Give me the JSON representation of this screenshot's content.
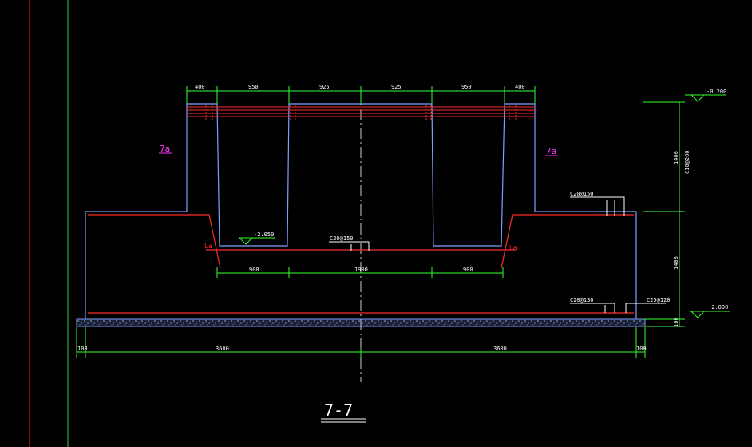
{
  "section_title": "7-7",
  "colors": {
    "background": "#000000",
    "outline": "#7f9fff",
    "rebar": "#ff2a2a",
    "dimension": "#33ff33",
    "annotation_text": "#ffffff",
    "magenta_label": "#ff33ff",
    "margin_red": "#ff2020",
    "margin_green": "#33cc33"
  },
  "top_dimensions": [
    "400",
    "950",
    "925",
    "925",
    "950",
    "400"
  ],
  "inner_dimensions": [
    "900",
    "1900",
    "900"
  ],
  "bottom_dimensions": [
    "100",
    "3600",
    "3600",
    "100"
  ],
  "right_dimensions": {
    "upper_height": "1400",
    "upper_spec": "C10@200",
    "lower_height": "1400",
    "pad": "100"
  },
  "elevations": {
    "top": "-0.200",
    "pit_bottom": "-2.050",
    "base": "-2.800"
  },
  "rebar_labels": {
    "top_right": "C20@150",
    "center": "C20@150",
    "bottom_right_a": "C20@130",
    "bottom_right_b": "C25@120"
  },
  "anchor_labels": {
    "left": "La",
    "right": "La"
  },
  "side_labels": {
    "left": "7a",
    "right": "7a"
  }
}
